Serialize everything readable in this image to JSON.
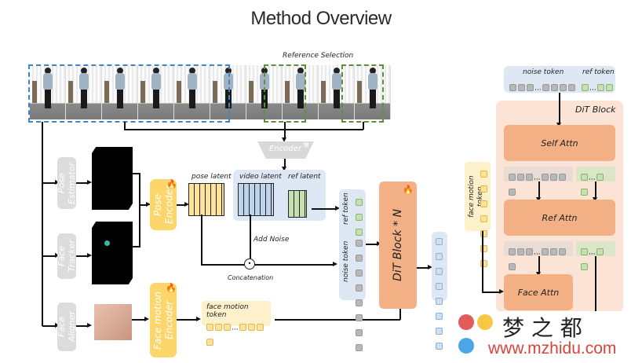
{
  "title": "Method Overview",
  "reference_selection_label": "Reference Selection",
  "encoder": {
    "label": "Encoder",
    "icon": "snowflake-icon"
  },
  "pose_estimator": {
    "label": "Pose Estimator",
    "icon": "snowflake-icon"
  },
  "face_tracker": {
    "label": "Face Tracker",
    "icon": "snowflake-icon"
  },
  "face_aligner": {
    "label": "Face Aligner",
    "icon": "snowflake-icon"
  },
  "pose_encoder": {
    "label": "Pose Encoder",
    "icon": "fire-icon"
  },
  "face_motion_encoder": {
    "label": "Face motion Encoder",
    "icon": "fire-icon"
  },
  "latents": {
    "pose": "pose latent",
    "video": "video latent",
    "ref": "ref latent"
  },
  "add_noise": "Add Noise",
  "concatenation": "Concatenation",
  "tokens": {
    "ref": "ref token",
    "noise": "noise token",
    "face_motion": "face motion token",
    "ellipsis": "···"
  },
  "dit_block_n": "DiT Block * N",
  "dit_block": {
    "title": "DiT Block",
    "self_attn": "Self Attn",
    "ref_attn": "Ref Attn",
    "face_attn": "Face Attn",
    "noise_token": "noise token",
    "ref_token": "ref token",
    "face_motion_token": "face motion token"
  },
  "watermark": {
    "brand": "梦 之 都",
    "url": "www.mzhidu.com"
  },
  "frames": 10,
  "colors": {
    "blue_dash": "#3d85c6",
    "green_dash": "#5b8f3a",
    "orange": "#f3b084",
    "yellow": "#fcd66b",
    "light_blue": "#dde8f4",
    "peach": "#fbe3d5"
  }
}
